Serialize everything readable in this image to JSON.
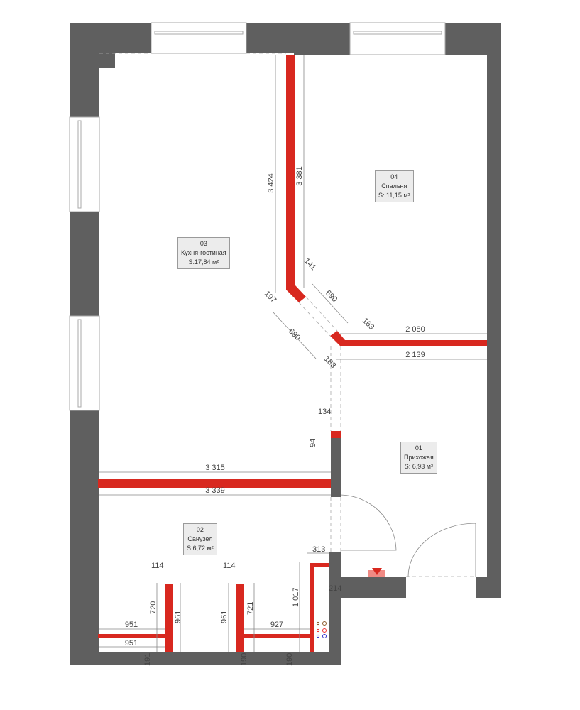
{
  "rooms": [
    {
      "number": "03",
      "name": "Кухня-гостиная",
      "area": "S:17,84 м²"
    },
    {
      "number": "04",
      "name": "Спальня",
      "area": "S: 11,15 м²"
    },
    {
      "number": "01",
      "name": "Прихожая",
      "area": "S: 6,93 м²"
    },
    {
      "number": "02",
      "name": "Санузел",
      "area": "S:6,72 м²"
    }
  ],
  "dimensions": {
    "d3424": "3 424",
    "d3381": "3 381",
    "d141": "141",
    "d690a": "690",
    "d163": "163",
    "d197": "197",
    "d690b": "690",
    "d183": "183",
    "d2080": "2 080",
    "d2139": "2 139",
    "d134": "134",
    "d94": "94",
    "d3315": "3 315",
    "d3339": "3 339",
    "d313": "313",
    "d214": "214",
    "d114a": "114",
    "d114b": "114",
    "d720": "720",
    "d961a": "961",
    "d961b": "961",
    "d721": "721",
    "d1017": "1 017",
    "d951a": "951",
    "d951b": "951",
    "d927": "927",
    "d191": "191",
    "d190a": "190",
    "d190b": "190"
  },
  "colors": {
    "wall": "#5f5f5f",
    "partition": "#d8281f"
  }
}
